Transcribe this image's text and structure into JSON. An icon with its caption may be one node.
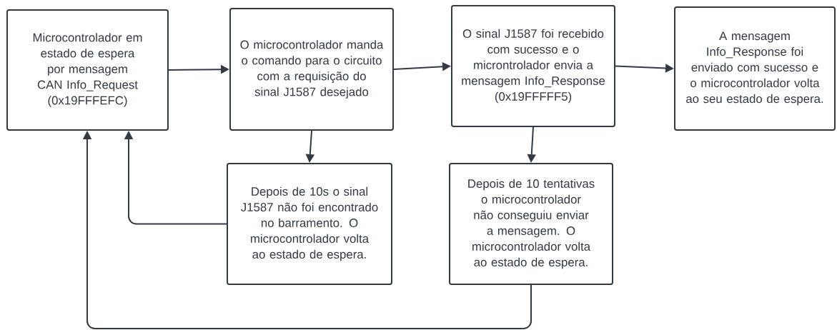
{
  "diagram": {
    "nodes": [
      {
        "text": [
          "Microcontrolador em estado de espera por mensagem CAN Info_Request (0x19FFFEFC)"
        ]
      },
      {
        "text": [
          "O microcontrolador manda o comando para o circuito com a requisição do sinal J1587 desejado"
        ]
      },
      {
        "text": [
          "O sinal J1587 foi recebido com sucesso e o microntrolador envia a mensagem Info_Response (0x19FFFFF5)"
        ]
      },
      {
        "text": [
          "A mensagem Info_Response foi enviado com sucesso e o microcontrolador volta ao seu estado de espera."
        ]
      },
      {
        "text": [
          "Depois de 10s o sinal J1587 não foi encontrado no barramento. O microcontrolador volta ao estado de espera."
        ]
      },
      {
        "text": [
          "Depois de 10 tentativas o microcontrolador não conseguiu enviar a mensagem. O microcontrolador volta ao estado de espera."
        ]
      }
    ],
    "edges": [
      {
        "from": 0,
        "to": 1,
        "arrow": "to"
      },
      {
        "from": 1,
        "to": 2,
        "arrow": "to"
      },
      {
        "from": 2,
        "to": 3,
        "arrow": "to"
      },
      {
        "from": 1,
        "to": 4,
        "arrow": "to"
      },
      {
        "from": 2,
        "to": 5,
        "arrow": "to"
      },
      {
        "from": 4,
        "to": 0,
        "arrow": "to"
      },
      {
        "from": 5,
        "to": 0,
        "arrow": "to"
      }
    ]
  }
}
